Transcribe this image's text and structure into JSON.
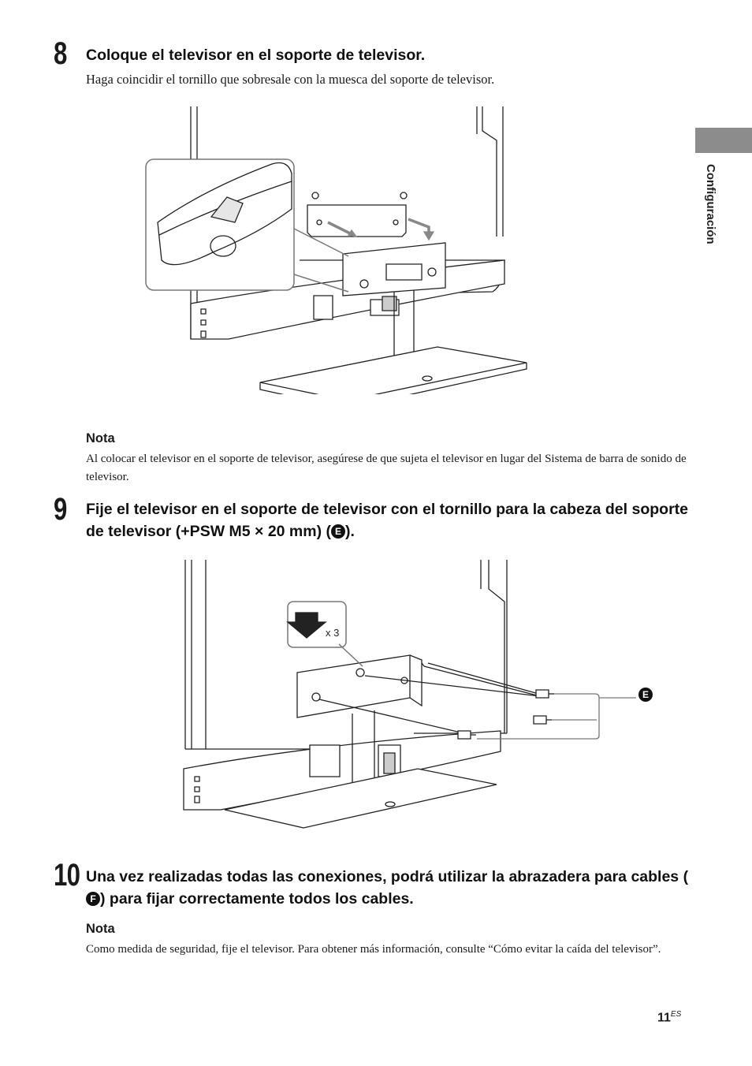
{
  "side_tab": {
    "label": "Configuración"
  },
  "step8": {
    "number": "8",
    "heading": "Coloque el televisor en el soporte de televisor.",
    "body": "Haga coincidir el tornillo que sobresale con la muesca del soporte de televisor."
  },
  "note1": {
    "title": "Nota",
    "text": "Al colocar el televisor en el soporte de televisor, asegúrese de que sujeta el televisor en lugar del Sistema de barra de sonido de televisor."
  },
  "step9": {
    "number": "9",
    "heading_pre": "Fije el televisor en el soporte de televisor con el tornillo para la cabeza del soporte de televisor (+PSW M5 × 20 mm) (",
    "ref": "E",
    "heading_post": ")."
  },
  "figure2": {
    "count_label": "x 3",
    "callout": "E"
  },
  "step10": {
    "number": "10",
    "heading_pre": "Una vez realizadas todas las conexiones, podrá utilizar la abrazadera para cables (",
    "ref": "F",
    "heading_post": ") para fijar correctamente todos los cables."
  },
  "note2": {
    "title": "Nota",
    "text": "Como medida de seguridad, fije el televisor. Para obtener más información, consulte “Cómo evitar la caída del televisor”."
  },
  "footer": {
    "page": "11",
    "lang": "ES"
  }
}
